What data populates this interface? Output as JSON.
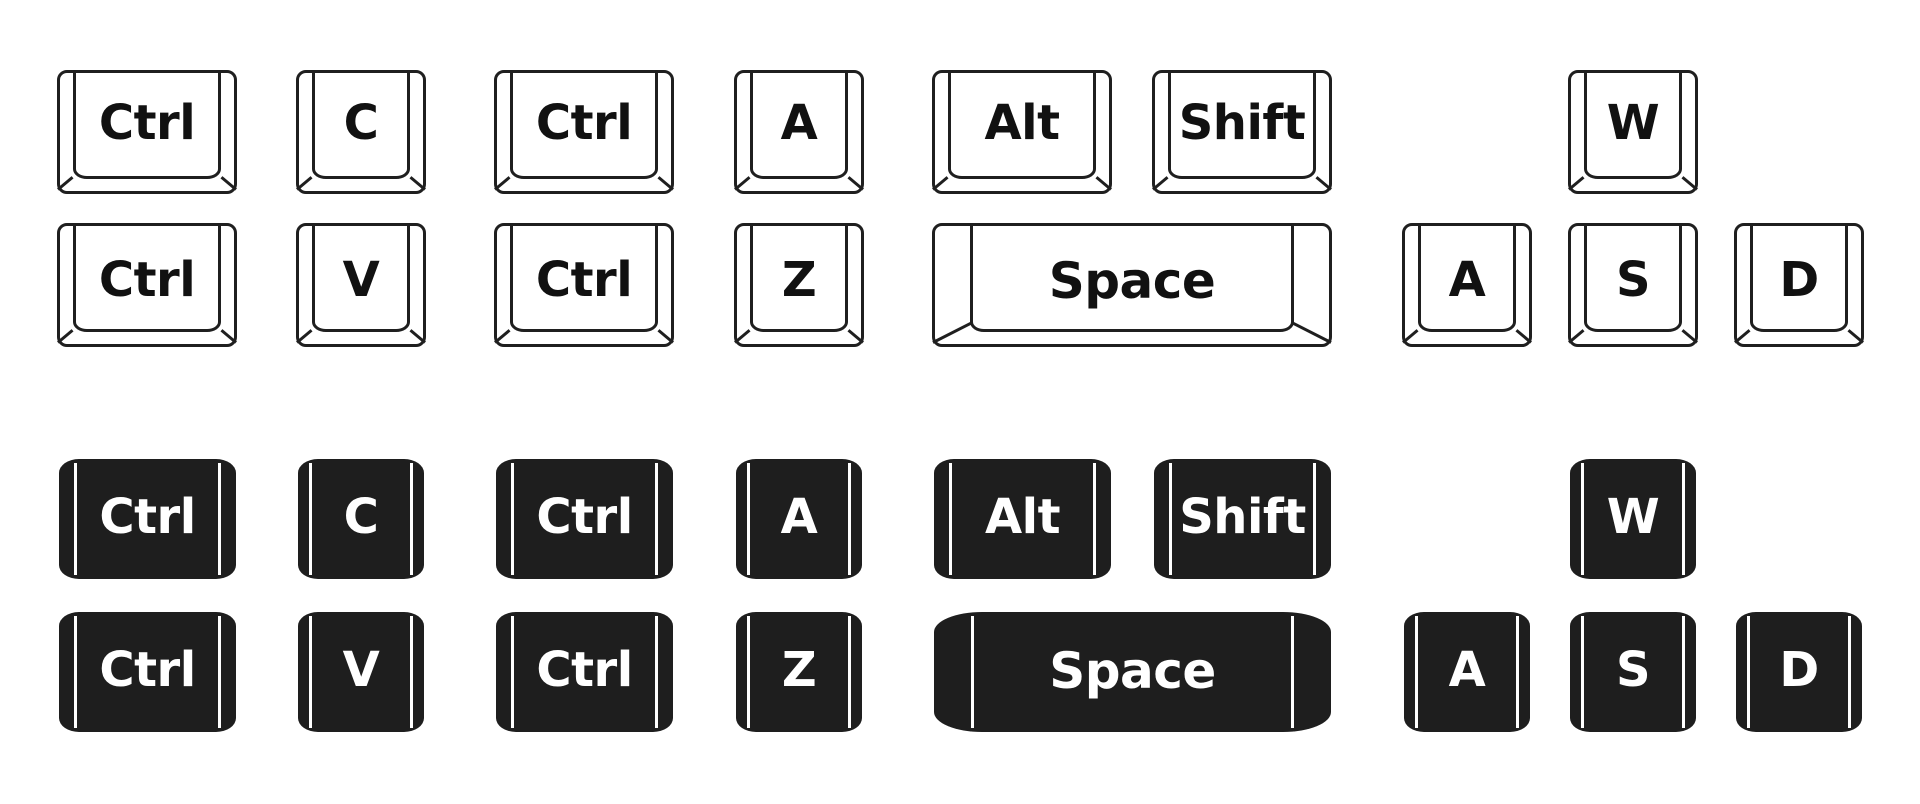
{
  "outline_keys": {
    "row1": [
      "Ctrl",
      "C",
      "Ctrl",
      "A",
      "Alt",
      "Shift",
      "W"
    ],
    "row2": [
      "Ctrl",
      "V",
      "Ctrl",
      "Z",
      "Space",
      "A",
      "S",
      "D"
    ]
  },
  "solid_keys": {
    "row1": [
      "Ctrl",
      "C",
      "Ctrl",
      "A",
      "Alt",
      "Shift",
      "W"
    ],
    "row2": [
      "Ctrl",
      "V",
      "Ctrl",
      "Z",
      "Space",
      "A",
      "S",
      "D"
    ]
  },
  "colors": {
    "outline_fill": "#ffffff",
    "outline_stroke": "#1f1f1f",
    "solid_fill": "#1e1e1e",
    "solid_text": "#ffffff"
  }
}
